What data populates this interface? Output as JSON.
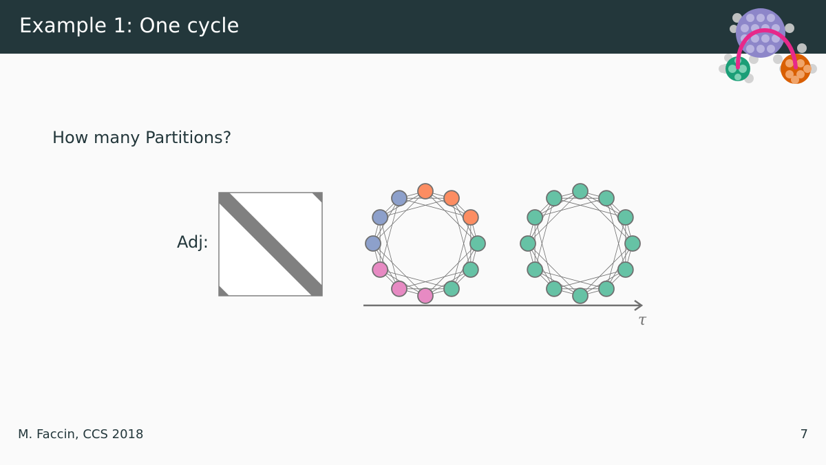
{
  "slide": {
    "title": "Example 1: One cycle",
    "question": "How many Partitions?",
    "adj_label": "Adj:",
    "axis_label": "τ",
    "footer_author": "M. Faccin, CCS 2018",
    "page_number": "7"
  },
  "colors": {
    "header_bg": "#23373b",
    "background": "#fafafa",
    "green": "#66c2a5",
    "orange": "#fc8d62",
    "blue": "#8da0cb",
    "pink": "#e78ac3",
    "matrix_fill": "#808080"
  },
  "graphs": [
    {
      "name": "cycle-graph-left",
      "node_colors": [
        "orange",
        "orange",
        "orange",
        "green",
        "green",
        "green",
        "pink",
        "pink",
        "pink",
        "blue",
        "blue",
        "blue"
      ]
    },
    {
      "name": "cycle-graph-right",
      "node_colors": [
        "green",
        "green",
        "green",
        "green",
        "green",
        "green",
        "green",
        "green",
        "green",
        "green",
        "green",
        "green"
      ]
    }
  ]
}
